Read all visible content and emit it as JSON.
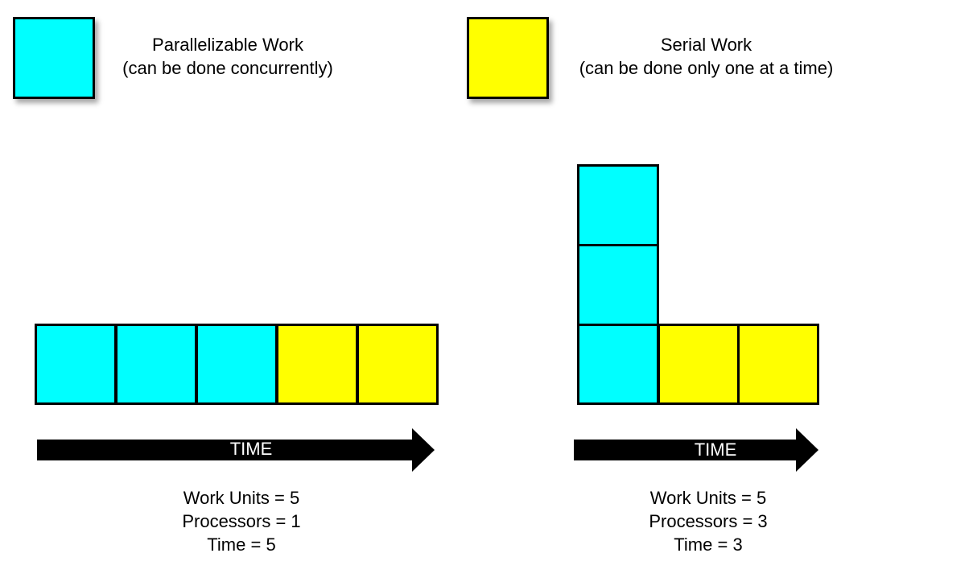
{
  "colors": {
    "parallel": "#00ffff",
    "serial": "#ffff00",
    "outline": "#000000"
  },
  "legend": {
    "parallel": {
      "title": "Parallelizable Work",
      "subtitle": "(can be done concurrently)"
    },
    "serial": {
      "title": "Serial Work",
      "subtitle": "(can be done only one at a time)"
    }
  },
  "left": {
    "blocks": [
      "parallel",
      "parallel",
      "parallel",
      "serial",
      "serial"
    ],
    "time_label": "TIME",
    "stats": {
      "work_units": "Work Units = 5",
      "processors": "Processors = 1",
      "time": "Time = 5"
    }
  },
  "right": {
    "blocks": [
      "parallel",
      "parallel",
      "parallel",
      "serial",
      "serial"
    ],
    "time_label": "TIME",
    "stats": {
      "work_units": "Work Units = 5",
      "processors": "Processors = 3",
      "time": "Time = 3"
    }
  }
}
